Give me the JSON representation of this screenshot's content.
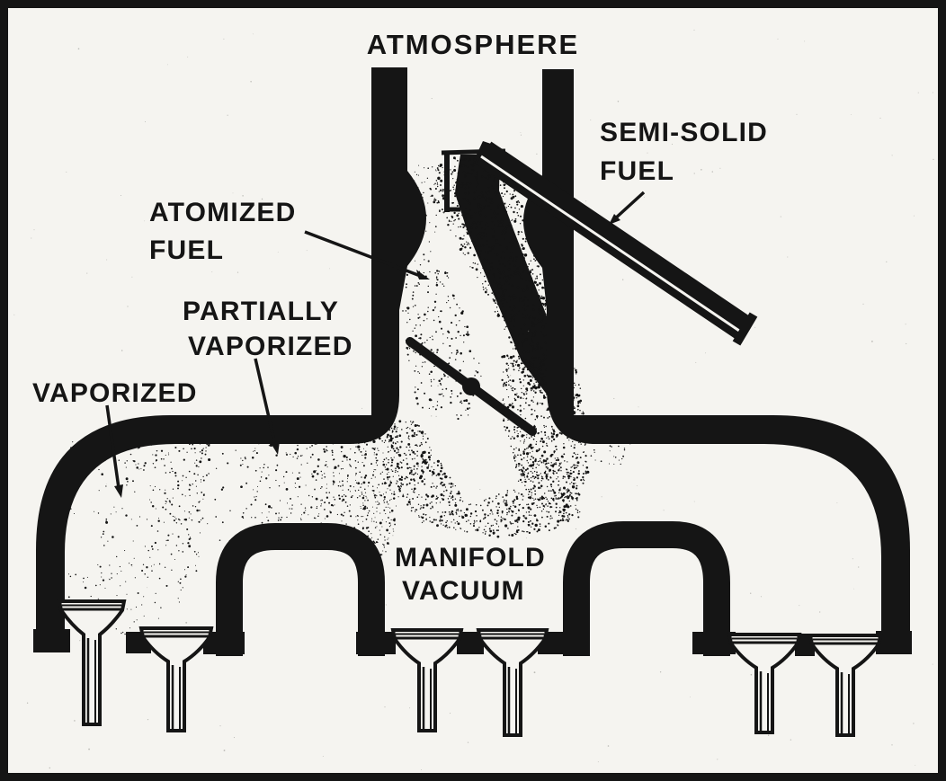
{
  "labels": {
    "atmosphere": "ATMOSPHERE",
    "semi_solid_fuel": [
      "SEMI-SOLID",
      "FUEL"
    ],
    "atomized_fuel": [
      "ATOMIZED",
      "FUEL"
    ],
    "partially_vaporized": [
      "PARTIALLY",
      "VAPORIZED"
    ],
    "vaporized": "VAPORIZED",
    "manifold_vacuum": [
      "MANIFOLD",
      "VACUUM"
    ]
  },
  "colors": {
    "ink": "#151515",
    "paper": "#f5f4f0"
  }
}
